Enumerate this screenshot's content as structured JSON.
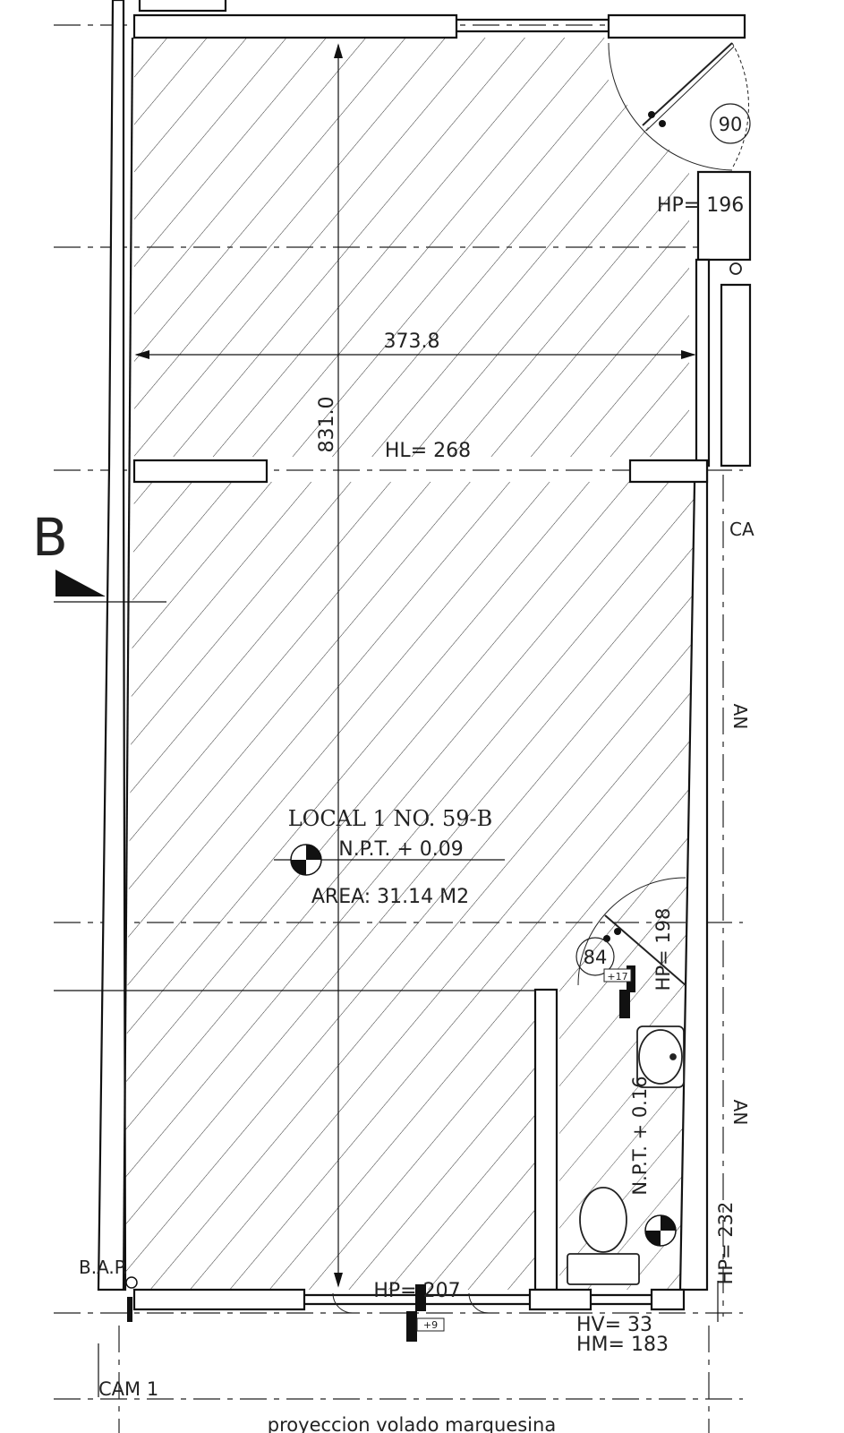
{
  "room": {
    "name": "LOCAL 1 NO. 59-B",
    "npt": "N.P.T. + 0.09",
    "area": "AREA: 31.14 M2"
  },
  "dimensions": {
    "width": "373.8",
    "length": "831.0",
    "hl": "HL= 268",
    "hp_door_top": "HP= 196",
    "hp_entrance": "HP= 207",
    "hp_side": "HP= 232",
    "hp_bath_door": "HP= 198",
    "hv": "HV= 33",
    "hm": "HM= 183"
  },
  "bathroom": {
    "npt": "N.P.T. + 0.16",
    "step_tag": "+17"
  },
  "markers": {
    "door_top": "90",
    "door_bath": "84",
    "entrance_step": "+9",
    "section": "B",
    "bap": "B.A.P.",
    "cam": "CAM 1",
    "side_labels": [
      "CA",
      "AN",
      "AN"
    ]
  },
  "footer": "proyeccion volado marquesina"
}
